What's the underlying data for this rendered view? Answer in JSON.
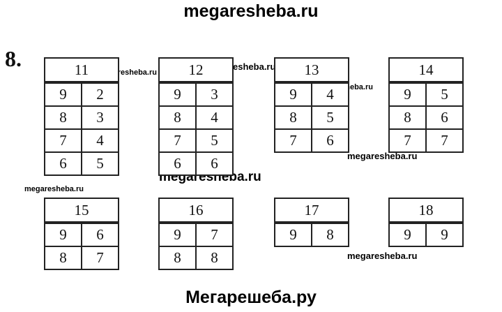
{
  "watermarks": {
    "top": "megaresheba.ru",
    "middle": "megaresheba.ru",
    "small": "megaresheba.ru",
    "bottom": "Мегарешеба.ру"
  },
  "task_number": "8.",
  "blocks": [
    {
      "total": "11",
      "rows": [
        [
          "9",
          "2"
        ],
        [
          "8",
          "3"
        ],
        [
          "7",
          "4"
        ],
        [
          "6",
          "5"
        ]
      ]
    },
    {
      "total": "12",
      "rows": [
        [
          "9",
          "3"
        ],
        [
          "8",
          "4"
        ],
        [
          "7",
          "5"
        ],
        [
          "6",
          "6"
        ]
      ]
    },
    {
      "total": "13",
      "rows": [
        [
          "9",
          "4"
        ],
        [
          "8",
          "5"
        ],
        [
          "7",
          "6"
        ]
      ]
    },
    {
      "total": "14",
      "rows": [
        [
          "9",
          "5"
        ],
        [
          "8",
          "6"
        ],
        [
          "7",
          "7"
        ]
      ]
    },
    {
      "total": "15",
      "rows": [
        [
          "9",
          "6"
        ],
        [
          "8",
          "7"
        ]
      ]
    },
    {
      "total": "16",
      "rows": [
        [
          "9",
          "7"
        ],
        [
          "8",
          "8"
        ]
      ]
    },
    {
      "total": "17",
      "rows": [
        [
          "9",
          "8"
        ]
      ]
    },
    {
      "total": "18",
      "rows": [
        [
          "9",
          "9"
        ]
      ]
    }
  ]
}
